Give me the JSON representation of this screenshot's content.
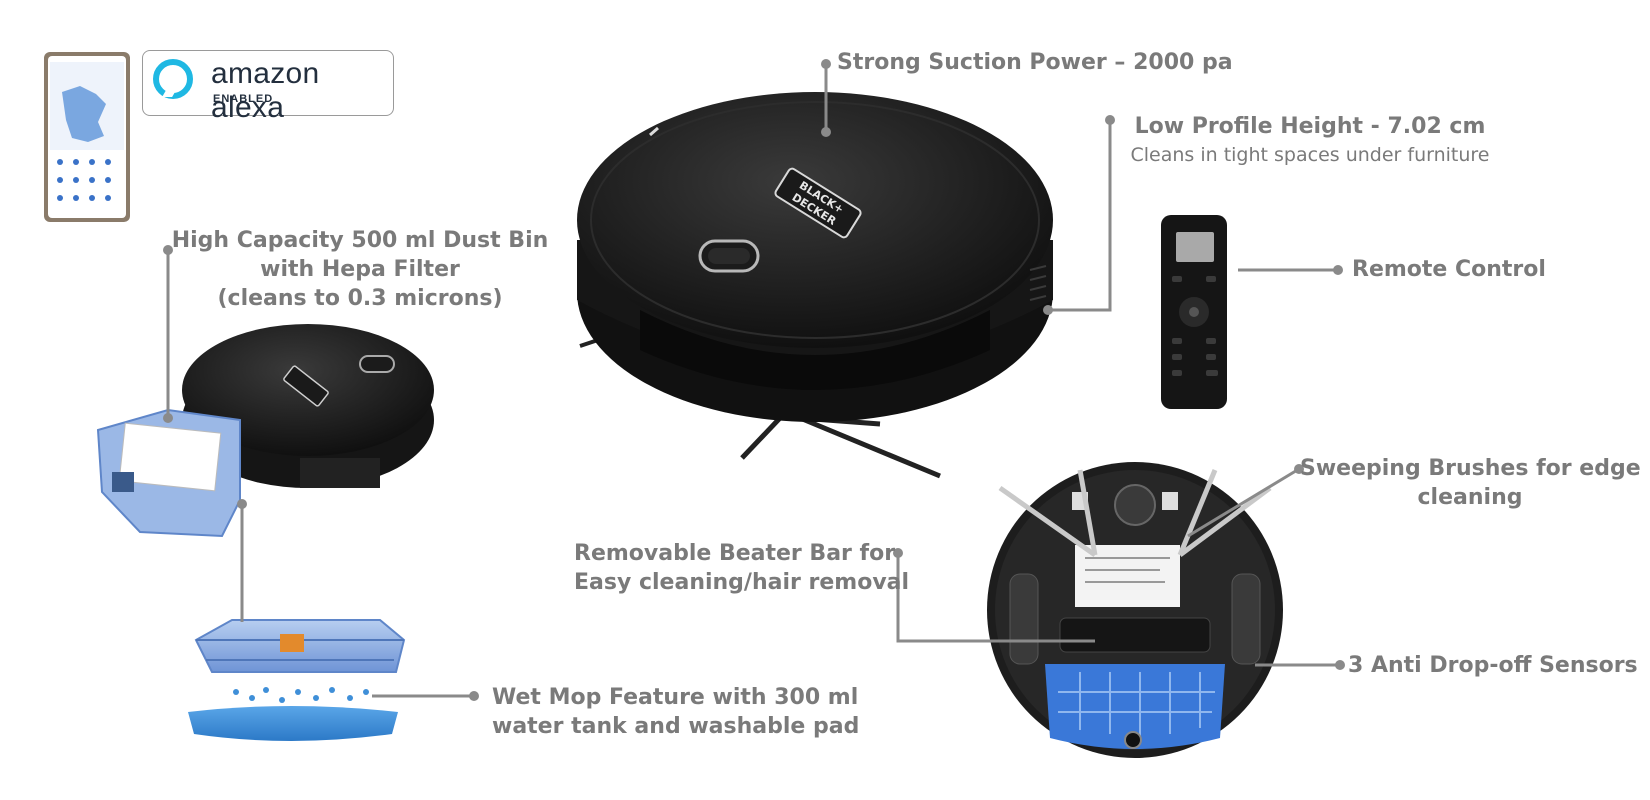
{
  "badge": {
    "brand": "amazon alexa",
    "status": "ENABLED",
    "accent_color": "#1fb8e3"
  },
  "robot_logo": {
    "line1": "BLACK+",
    "line2": "DECKER"
  },
  "features": {
    "suction": "Strong Suction Power – 2000 pa",
    "height_title": "Low Profile Height - 7.02 cm",
    "height_sub": "Cleans in tight spaces under furniture",
    "remote": "Remote Control",
    "dustbin_line1": "High Capacity 500 ml Dust Bin",
    "dustbin_line2": "with Hepa Filter",
    "dustbin_line3": "(cleans to 0.3 microns)",
    "brushes_line1": "Sweeping Brushes for edge",
    "brushes_line2": "cleaning",
    "beater_line1": "Removable Beater Bar for",
    "beater_line2": "Easy cleaning/hair removal",
    "sensors": "3 Anti Drop-off Sensors",
    "mop_line1": "Wet Mop Feature with 300 ml",
    "mop_line2": "water tank and washable pad"
  },
  "colors": {
    "text": "#7a7a7a",
    "callout_line": "#8a8a8a",
    "tank_blue": "#7fa7e0",
    "mop_pad": "#3f8fd8",
    "robot_body": "#1a1a1a"
  },
  "icons": [
    "phone-app-icon",
    "alexa-ring-icon",
    "robot-top-icon",
    "robot-small-icon",
    "remote-control-icon",
    "robot-underside-icon",
    "water-tank-icon",
    "mop-pad-icon"
  ]
}
